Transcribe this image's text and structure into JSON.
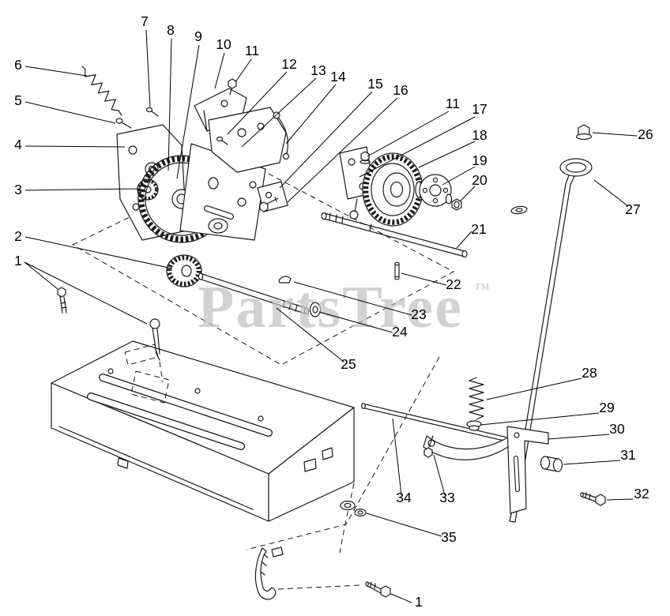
{
  "watermark": {
    "text": "PartsTree",
    "tm": "™"
  },
  "colors": {
    "background": "#ffffff",
    "line": "#1a1a1a",
    "watermark": "#c2c2c2",
    "callout_text": "#000000"
  },
  "callouts": [
    "6",
    "5",
    "4",
    "3",
    "2",
    "1",
    "7",
    "8",
    "9",
    "10",
    "11",
    "12",
    "13",
    "14",
    "15",
    "16",
    "11",
    "17",
    "18",
    "19",
    "20",
    "26",
    "27",
    "21",
    "22",
    "23",
    "24",
    "25",
    "28",
    "29",
    "30",
    "31",
    "32",
    "33",
    "34",
    "35",
    "1"
  ]
}
